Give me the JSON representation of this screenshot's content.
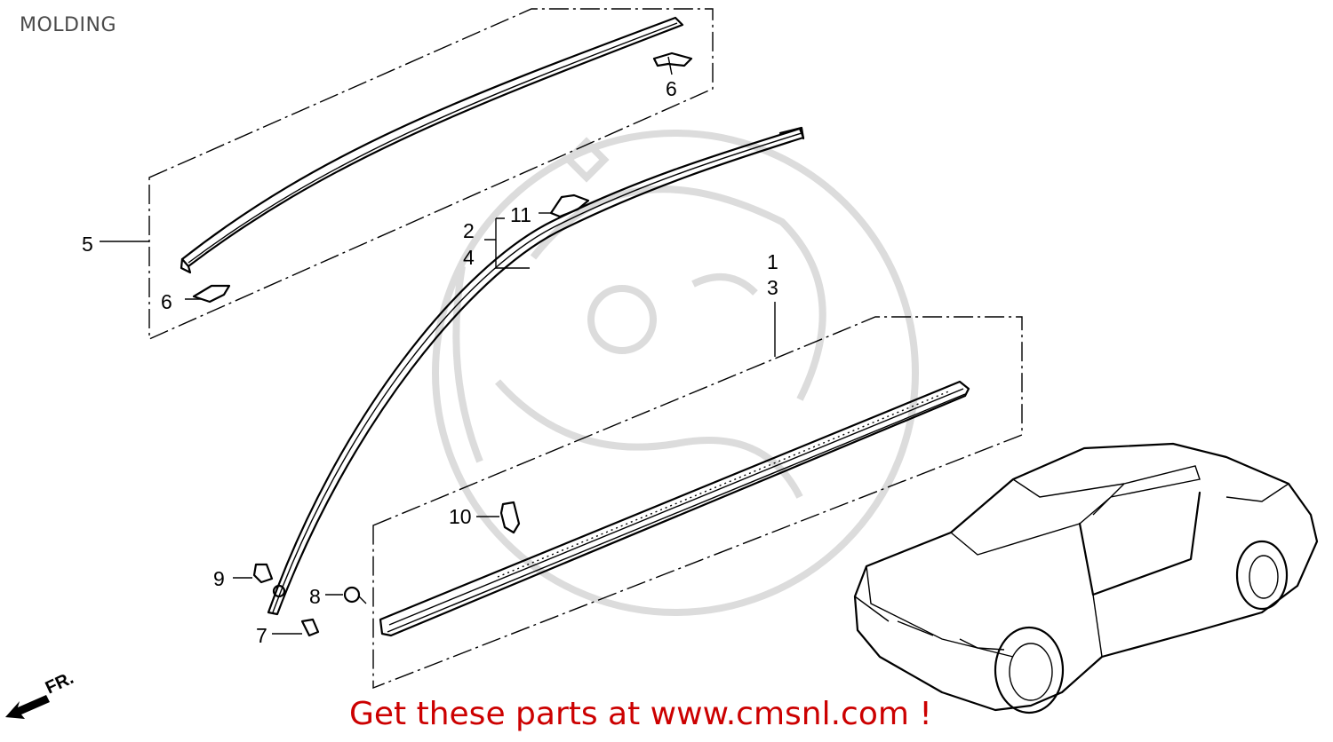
{
  "title": "MOLDING",
  "banner": "Get these parts at www.cmsnl.com !",
  "direction_marker": "FR.",
  "callouts": {
    "c1": "1",
    "c2": "2",
    "c3": "3",
    "c4": "4",
    "c5": "5",
    "c6a": "6",
    "c6b": "6",
    "c7": "7",
    "c8": "8",
    "c9": "9",
    "c10": "10",
    "c11": "11"
  },
  "colors": {
    "banner": "#cc0000",
    "line": "#000000",
    "watermark": "#dcdcdc"
  }
}
